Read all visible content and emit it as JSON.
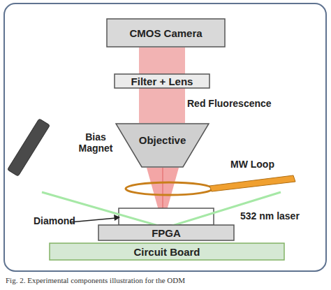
{
  "diagram": {
    "caption": "Fig. 2. Experimental components illustration for the ODM",
    "nodes": [
      {
        "text": [
          "CMOS Camera"
        ]
      },
      {
        "text": [
          "Filter + Lens"
        ]
      },
      {
        "text": [
          "Objective"
        ]
      },
      {
        "text": [
          "FPGA"
        ]
      },
      {
        "text": [
          "Circuit Board"
        ]
      }
    ],
    "labels": [
      "Red Fluorescence",
      "Bias Magnet",
      "MW Loop",
      "532 nm laser",
      "Diamond"
    ]
  }
}
